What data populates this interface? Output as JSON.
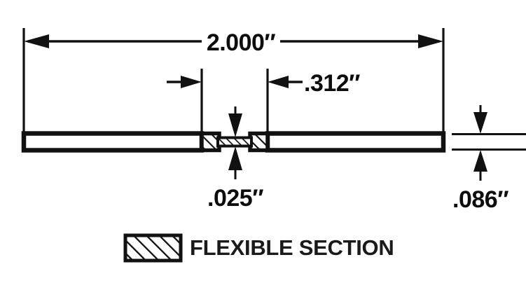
{
  "drawing": {
    "title": "Flexible Section Bar Dimension Drawing",
    "colors": {
      "line": "#111111",
      "text": "#0d0d0d",
      "background": "#ffffff",
      "hatch": "#111111"
    },
    "dimensions": {
      "overall_length": {
        "label": "2.000″",
        "name": "overall-length",
        "orientation": "horizontal",
        "value": 2.0,
        "unit": "inch"
      },
      "flex_span": {
        "label": ".312″",
        "name": "flexible-span-length",
        "orientation": "horizontal",
        "value": 0.312,
        "unit": "inch"
      },
      "flex_thickness": {
        "label": ".025″",
        "name": "flexible-section-thickness",
        "orientation": "vertical",
        "value": 0.025,
        "unit": "inch"
      },
      "bar_thickness": {
        "label": ".086″",
        "name": "bar-thickness",
        "orientation": "vertical",
        "value": 0.086,
        "unit": "inch"
      }
    },
    "legend": {
      "swatch_name": "hatched-swatch",
      "label": "FLEXIBLE SECTION",
      "pattern": "diagonal-hatch"
    }
  }
}
